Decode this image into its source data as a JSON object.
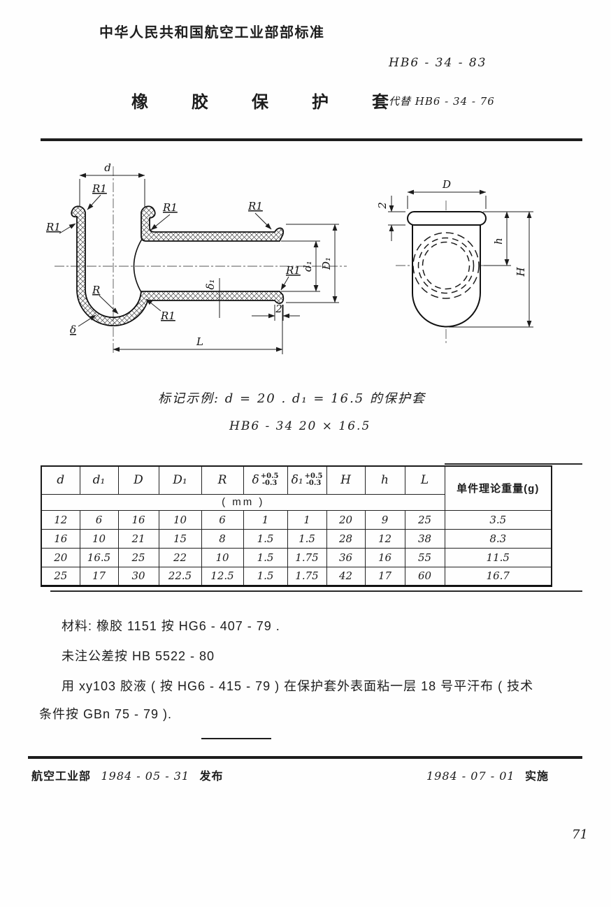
{
  "header": {
    "ministry_title": "中华人民共和国航空工业部部标准",
    "standard_number": "HB6 - 34 - 83",
    "doc_title": "橡胶保护套",
    "replaces": "代替 HB6 - 34 - 76"
  },
  "drawing": {
    "main": {
      "d": "d",
      "R1": "R1",
      "R": "R",
      "delta": "δ",
      "delta1": "δ₁",
      "d1": "d₁",
      "D1": "D₁",
      "L": "L",
      "two": "2"
    },
    "side": {
      "D": "D",
      "two": "2",
      "h": "h",
      "H": "H"
    }
  },
  "example": {
    "line1": "标记示例:  d = 20 .   d₁ = 16.5 的保护套",
    "line2": "HB6 - 34    20 × 16.5"
  },
  "table": {
    "columns": [
      "d",
      "d₁",
      "D",
      "D₁",
      "R"
    ],
    "delta": {
      "base": "δ",
      "plus": "+0.5",
      "minus": "-0.3"
    },
    "delta1": {
      "base": "δ₁",
      "plus": "+0.5",
      "minus": "-0.3"
    },
    "tail": [
      "H",
      "h",
      "L"
    ],
    "unit_label": "( mm )",
    "weight_header": "单件理论重量(g)",
    "rows": [
      [
        "12",
        "6",
        "16",
        "10",
        "6",
        "1",
        "1",
        "20",
        "9",
        "25",
        "3.5"
      ],
      [
        "16",
        "10",
        "21",
        "15",
        "8",
        "1.5",
        "1.5",
        "28",
        "12",
        "38",
        "8.3"
      ],
      [
        "20",
        "16.5",
        "25",
        "22",
        "10",
        "1.5",
        "1.75",
        "36",
        "16",
        "55",
        "11.5"
      ],
      [
        "25",
        "17",
        "30",
        "22.5",
        "12.5",
        "1.5",
        "1.75",
        "42",
        "17",
        "60",
        "16.7"
      ]
    ]
  },
  "notes": {
    "line1": "材料: 橡胶 1151 按 HG6 - 407 - 79 .",
    "line2": "未注公差按 HB 5522 - 80",
    "line3": "用 xy103 胶液 ( 按 HG6 - 415 - 79 ) 在保护套外表面粘一层 18 号平汗布 ( 技术",
    "line4": "条件按 GBn 75 - 79 )."
  },
  "footer": {
    "issuer": "航空工业部",
    "issue_date": "1984 - 05 - 31",
    "issue_label": "发布",
    "impl_date": "1984 - 07 - 01",
    "impl_label": "实施",
    "page_number": "71"
  }
}
